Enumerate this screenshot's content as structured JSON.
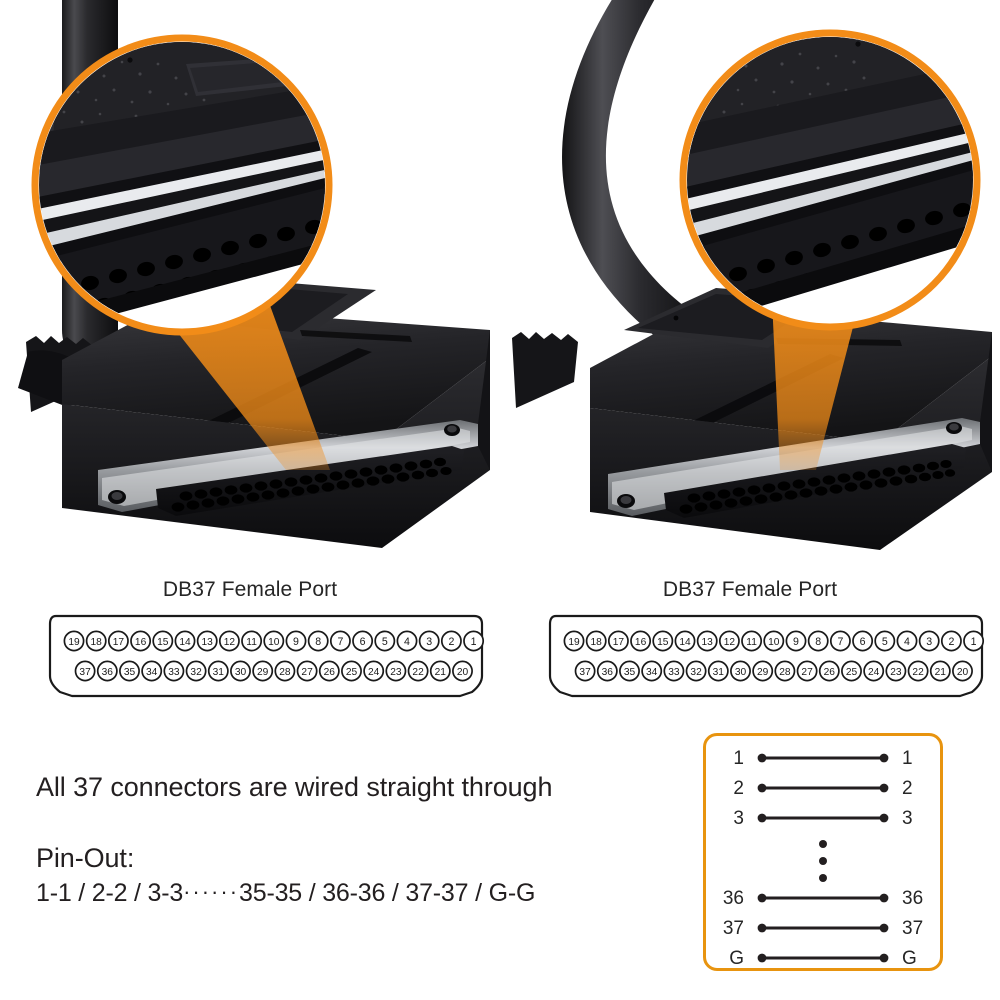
{
  "theme": {
    "accent_orange": "#F28C18",
    "box_orange": "#E8940F",
    "text_color": "#231f20",
    "background": "#ffffff"
  },
  "connectors": [
    {
      "id": "left",
      "caption": "DB37 Female Port",
      "magnifier_icon": "magnifier-circle-icon",
      "photo_icon": "db37-connector-photo"
    },
    {
      "id": "right",
      "caption": "DB37 Female Port",
      "magnifier_icon": "magnifier-circle-icon",
      "photo_icon": "db37-connector-photo"
    }
  ],
  "pin_diagram": {
    "top_row": [
      "19",
      "18",
      "17",
      "16",
      "15",
      "14",
      "13",
      "12",
      "11",
      "10",
      "9",
      "8",
      "7",
      "6",
      "5",
      "4",
      "3",
      "2",
      "1"
    ],
    "bottom_row": [
      "37",
      "36",
      "35",
      "34",
      "33",
      "32",
      "31",
      "30",
      "29",
      "28",
      "27",
      "26",
      "25",
      "24",
      "23",
      "22",
      "21",
      "20"
    ]
  },
  "copy": {
    "headline": "All 37 connectors are wired straight through",
    "pinout_label": "Pin-Out:",
    "pinout_prefix": "1-1 / 2-2 / 3-3",
    "pinout_dots": "······",
    "pinout_suffix": "35-35 / 36-36 / 37-37 / G-G"
  },
  "wiring_box": {
    "rows": [
      {
        "left": "1",
        "right": "1"
      },
      {
        "left": "2",
        "right": "2"
      },
      {
        "left": "3",
        "right": "3"
      },
      {
        "left": "36",
        "right": "36"
      },
      {
        "left": "37",
        "right": "37"
      },
      {
        "left": "G",
        "right": "G"
      }
    ],
    "ellipsis_dots": 3
  }
}
